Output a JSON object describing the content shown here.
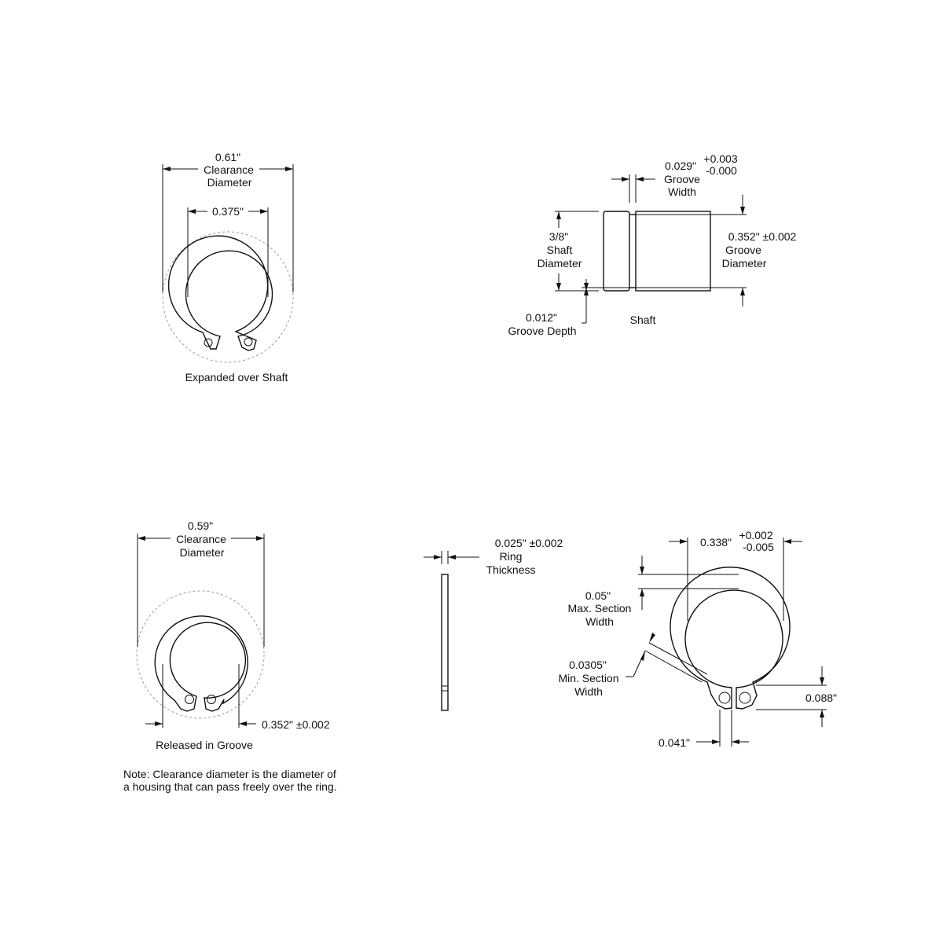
{
  "expanded_view": {
    "clearance_value": "0.61\"",
    "clearance_label1": "Clearance",
    "clearance_label2": "Diameter",
    "inner_value": "0.375\"",
    "caption": "Expanded over Shaft"
  },
  "shaft_view": {
    "groove_width_value": "0.029\"",
    "groove_width_tol_plus": "+0.003",
    "groove_width_tol_minus": "-0.000",
    "groove_width_label1": "Groove",
    "groove_width_label2": "Width",
    "shaft_dia_value": "3/8\"",
    "shaft_dia_label1": "Shaft",
    "shaft_dia_label2": "Diameter",
    "groove_dia_value": "0.352\" ±0.002",
    "groove_dia_label1": "Groove",
    "groove_dia_label2": "Diameter",
    "groove_depth_value": "0.012\"",
    "groove_depth_label": "Groove Depth",
    "caption": "Shaft"
  },
  "released_view": {
    "clearance_value": "0.59\"",
    "clearance_label1": "Clearance",
    "clearance_label2": "Diameter",
    "groove_value": "0.352\" ±0.002",
    "caption": "Released in Groove"
  },
  "thickness_view": {
    "value": "0.025\" ±0.002",
    "label1": "Ring",
    "label2": "Thickness"
  },
  "ring_detail": {
    "free_dia_value": "0.338\"",
    "free_dia_tol_plus": "+0.002",
    "free_dia_tol_minus": "-0.005",
    "max_section_value": "0.05\"",
    "max_section_label1": "Max. Section",
    "max_section_label2": "Width",
    "min_section_value": "0.0305\"",
    "min_section_label1": "Min. Section",
    "min_section_label2": "Width",
    "lug_height_value": "0.088\"",
    "gap_value": "0.041\""
  },
  "note": {
    "line1": "Note: Clearance diameter is the diameter of",
    "line2": "a housing that can pass freely over the ring."
  }
}
